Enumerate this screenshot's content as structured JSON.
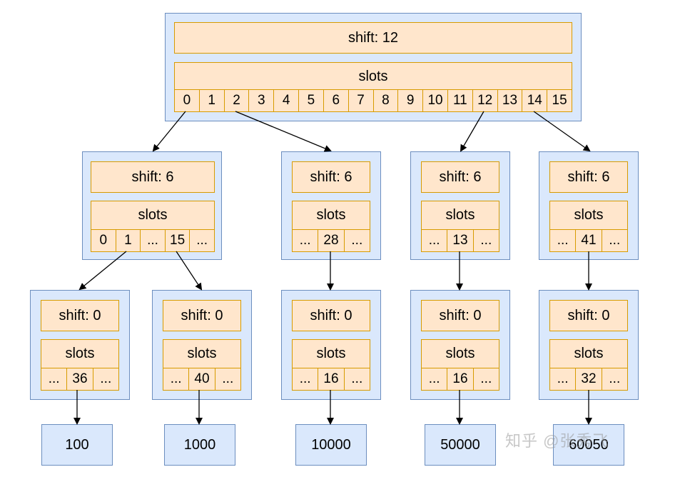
{
  "root": {
    "shift": "shift: 12",
    "slots_label": "slots",
    "cells": [
      "0",
      "1",
      "2",
      "3",
      "4",
      "5",
      "6",
      "7",
      "8",
      "9",
      "10",
      "11",
      "12",
      "13",
      "14",
      "15"
    ]
  },
  "level1": [
    {
      "shift": "shift: 6",
      "slots_label": "slots",
      "cells": [
        "0",
        "1",
        "...",
        "15",
        "..."
      ]
    },
    {
      "shift": "shift: 6",
      "slots_label": "slots",
      "cells": [
        "...",
        "28",
        "..."
      ]
    },
    {
      "shift": "shift: 6",
      "slots_label": "slots",
      "cells": [
        "...",
        "13",
        "..."
      ]
    },
    {
      "shift": "shift: 6",
      "slots_label": "slots",
      "cells": [
        "...",
        "41",
        "..."
      ]
    }
  ],
  "level2": [
    {
      "shift": "shift: 0",
      "slots_label": "slots",
      "cells": [
        "...",
        "36",
        "..."
      ]
    },
    {
      "shift": "shift: 0",
      "slots_label": "slots",
      "cells": [
        "...",
        "40",
        "..."
      ]
    },
    {
      "shift": "shift: 0",
      "slots_label": "slots",
      "cells": [
        "...",
        "16",
        "..."
      ]
    },
    {
      "shift": "shift: 0",
      "slots_label": "slots",
      "cells": [
        "...",
        "16",
        "..."
      ]
    },
    {
      "shift": "shift: 0",
      "slots_label": "slots",
      "cells": [
        "...",
        "32",
        "..."
      ]
    }
  ],
  "leaves": [
    "100",
    "1000",
    "10000",
    "50000",
    "60050"
  ],
  "watermark": "知乎 @张秀飞",
  "colors": {
    "node_fill": "#dae8fc",
    "node_stroke": "#6c8ebf",
    "box_fill": "#ffe6cc",
    "box_stroke": "#d79b00"
  }
}
